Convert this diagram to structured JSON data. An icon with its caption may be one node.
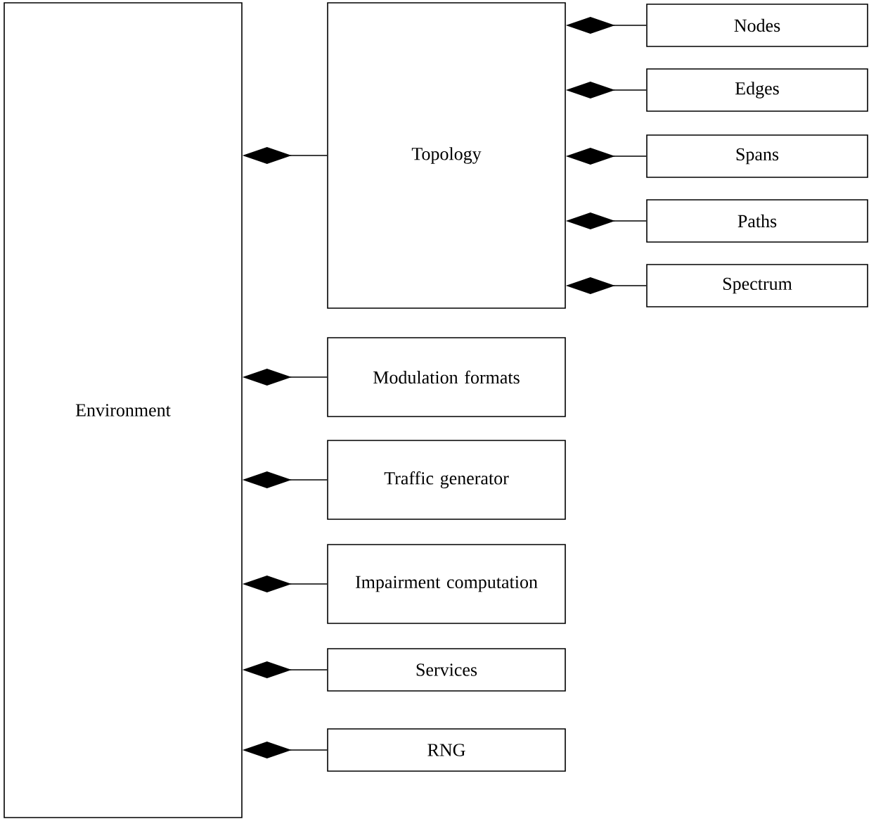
{
  "diagram": {
    "nodes": [
      {
        "text": [
          "Environment"
        ]
      },
      {
        "text": [
          "Topology"
        ]
      },
      {
        "text": [
          "Nodes"
        ]
      },
      {
        "text": [
          "Edges"
        ]
      },
      {
        "text": [
          "Spans"
        ]
      },
      {
        "text": [
          "Paths"
        ]
      },
      {
        "text": [
          "Spectrum"
        ]
      },
      {
        "text": [
          "Modulation formats"
        ]
      },
      {
        "text": [
          "Traffic generator"
        ]
      },
      {
        "text": [
          "Impairment computation"
        ]
      },
      {
        "text": [
          "Services"
        ]
      },
      {
        "text": [
          "RNG"
        ]
      }
    ],
    "edges": [
      {
        "from": 0,
        "to": 1,
        "arrow": "other"
      },
      {
        "from": 1,
        "to": 2,
        "arrow": "other"
      },
      {
        "from": 1,
        "to": 3,
        "arrow": "other"
      },
      {
        "from": 1,
        "to": 4,
        "arrow": "other"
      },
      {
        "from": 1,
        "to": 5,
        "arrow": "other"
      },
      {
        "from": 1,
        "to": 6,
        "arrow": "other"
      },
      {
        "from": 0,
        "to": 7,
        "arrow": "other"
      },
      {
        "from": 0,
        "to": 8,
        "arrow": "other"
      },
      {
        "from": 0,
        "to": 9,
        "arrow": "other"
      },
      {
        "from": 0,
        "to": 10,
        "arrow": "other"
      },
      {
        "from": 0,
        "to": 11,
        "arrow": "other"
      }
    ]
  }
}
